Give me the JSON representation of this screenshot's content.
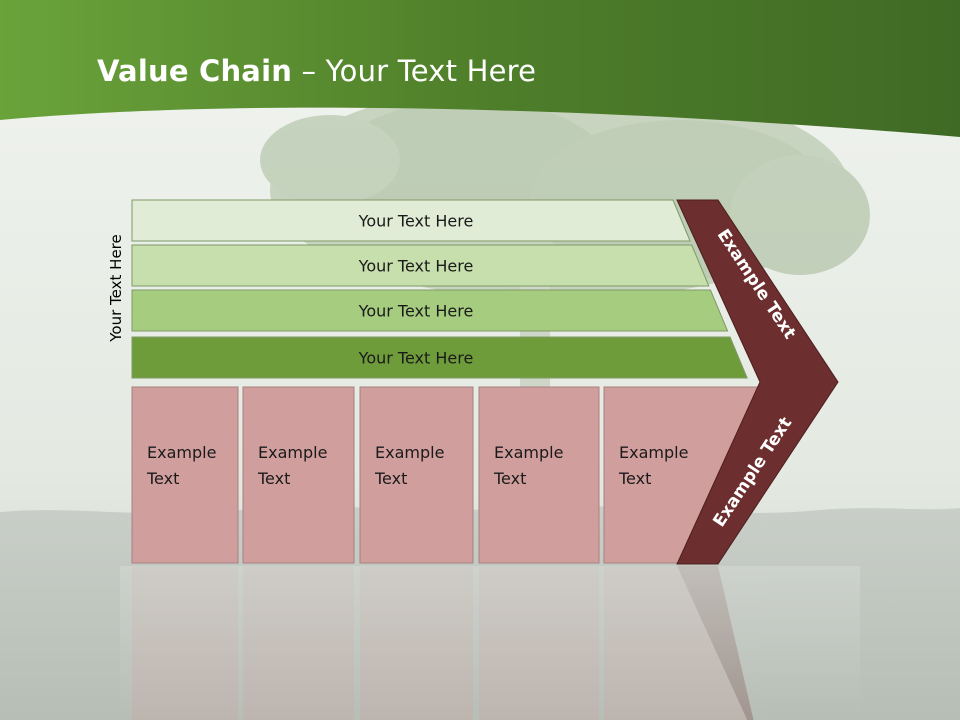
{
  "slide": {
    "title_bold": "Value Chain",
    "title_rest": " – Your Text Here"
  },
  "diagram": {
    "side_label": "Your Text Here",
    "bands": [
      {
        "label": "Your Text Here",
        "fill": "#e1ecd6"
      },
      {
        "label": "Your Text Here",
        "fill": "#c6dfac"
      },
      {
        "label": "Your Text Here",
        "fill": "#a5cc7f"
      },
      {
        "label": "Your Text Here",
        "fill": "#6f9c3b"
      }
    ],
    "boxes": [
      {
        "line1": "Example",
        "line2": "Text"
      },
      {
        "line1": "Example",
        "line2": "Text"
      },
      {
        "line1": "Example",
        "line2": "Text"
      },
      {
        "line1": "Example",
        "line2": "Text"
      },
      {
        "line1": "Example",
        "line2": "Text"
      }
    ],
    "chevron_top_label": "Example Text",
    "chevron_bottom_label": "Example Text",
    "colors": {
      "header_green": "#5e9130",
      "box_fill": "#d19e9e",
      "chevron_fill": "#6c2e2e"
    }
  }
}
